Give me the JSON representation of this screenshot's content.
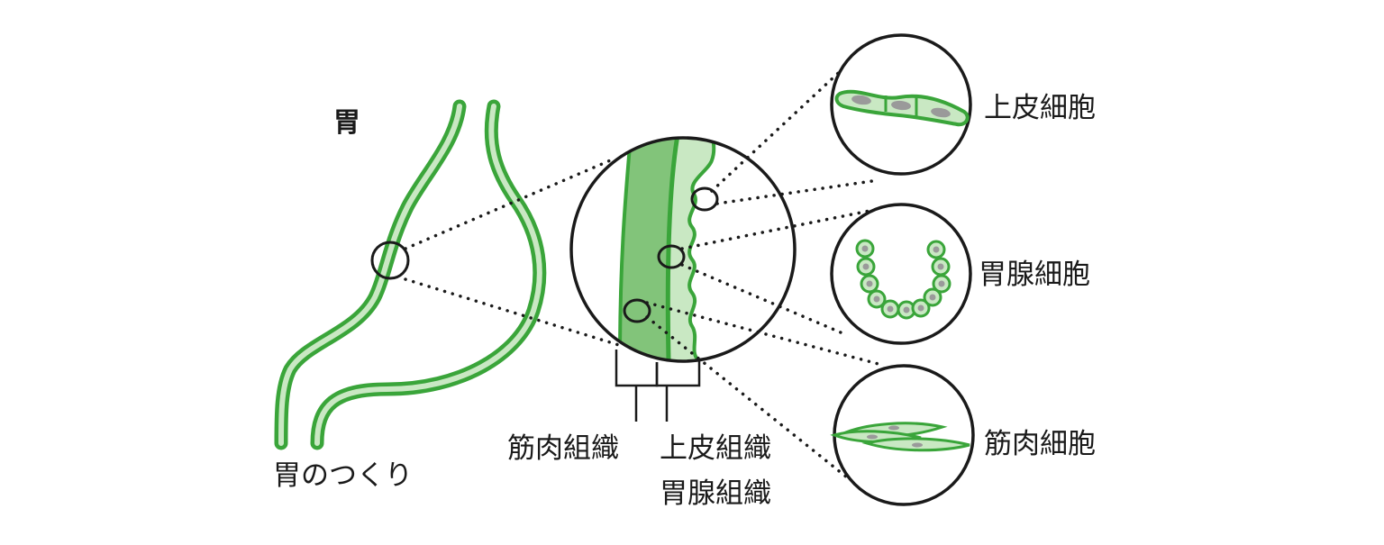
{
  "title": "胃",
  "caption": "胃のつくり",
  "tissue_labels": {
    "muscle": "筋肉組織",
    "epithelial": "上皮組織",
    "gastric_gland": "胃腺組織"
  },
  "cell_labels": {
    "epithelial": "上皮細胞",
    "gastric_gland": "胃腺細胞",
    "muscle": "筋肉細胞"
  },
  "colors": {
    "dark_green": "#3aa53a",
    "mid_green": "#82c47a",
    "light_green": "#c9e8c3",
    "outline": "#1a1a1a",
    "nucleus": "#9a9a9a"
  }
}
